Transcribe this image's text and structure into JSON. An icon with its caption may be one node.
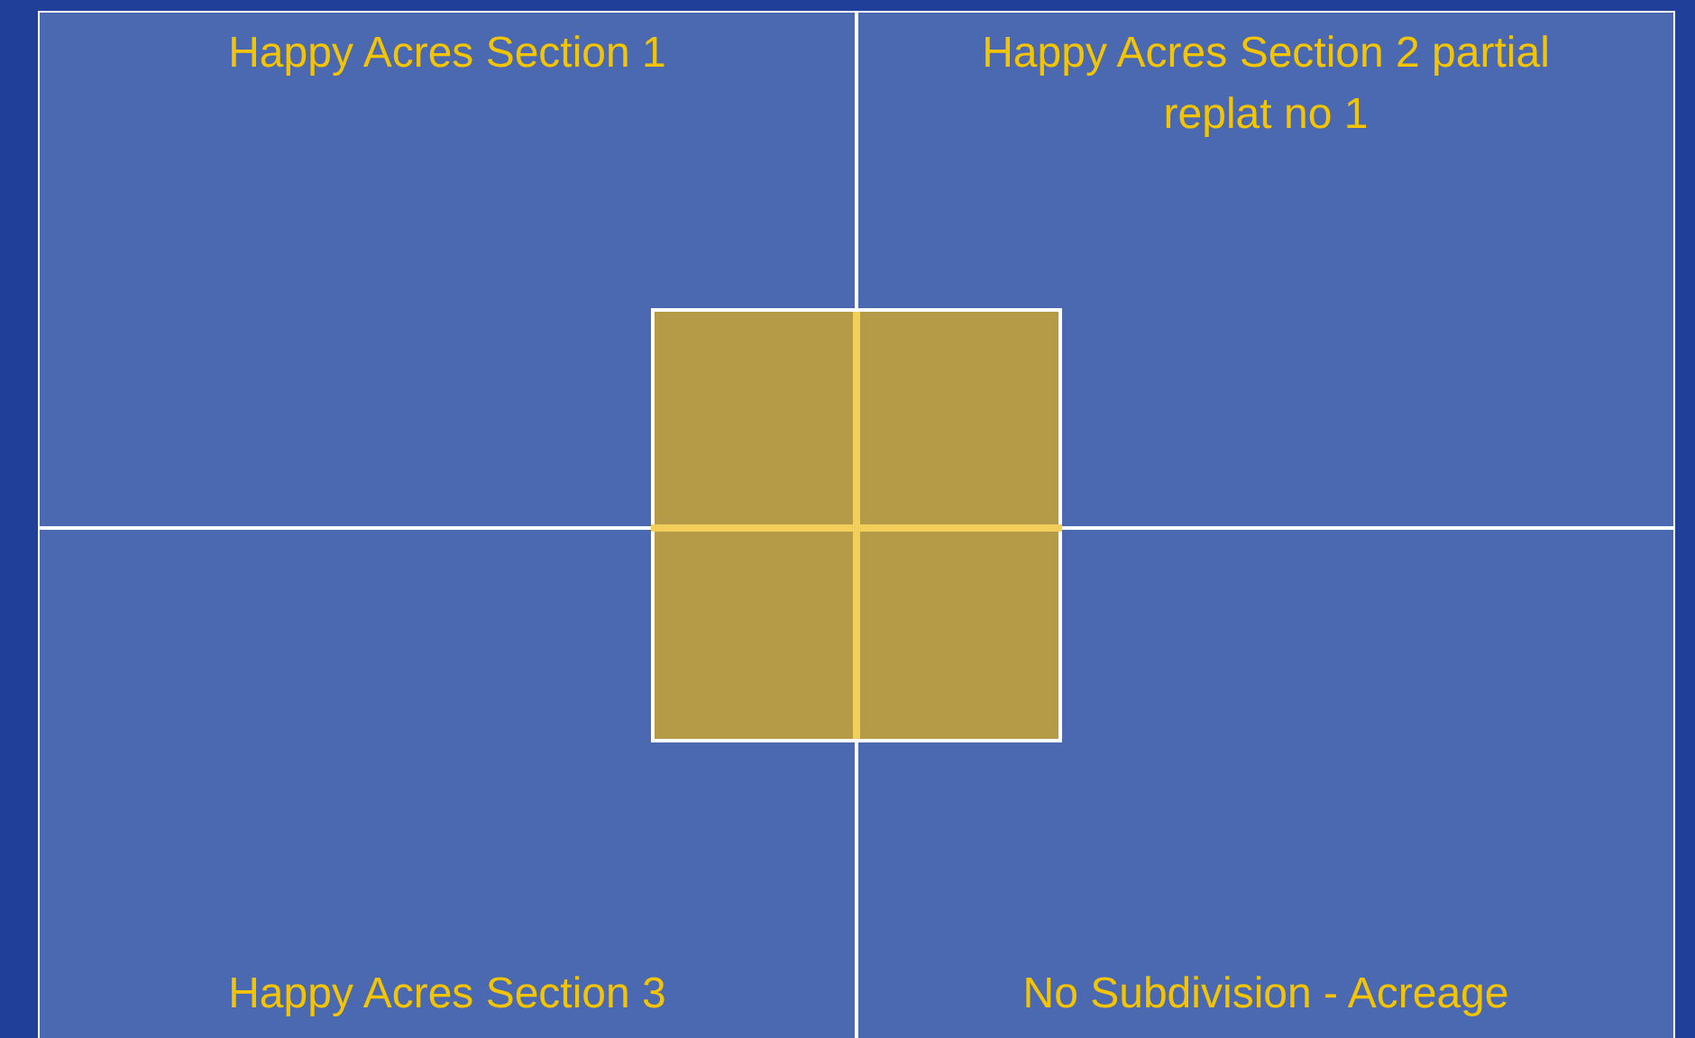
{
  "diagram": {
    "nodes": [
      {
        "text": [
          "Happy Acres Section 1"
        ]
      },
      {
        "text": [
          "Happy Acres Section 2 partial replat no 1"
        ]
      },
      {
        "text": [
          "Happy Acres Section 3"
        ]
      },
      {
        "text": [
          "No Subdivision - Acreage"
        ]
      }
    ]
  }
}
